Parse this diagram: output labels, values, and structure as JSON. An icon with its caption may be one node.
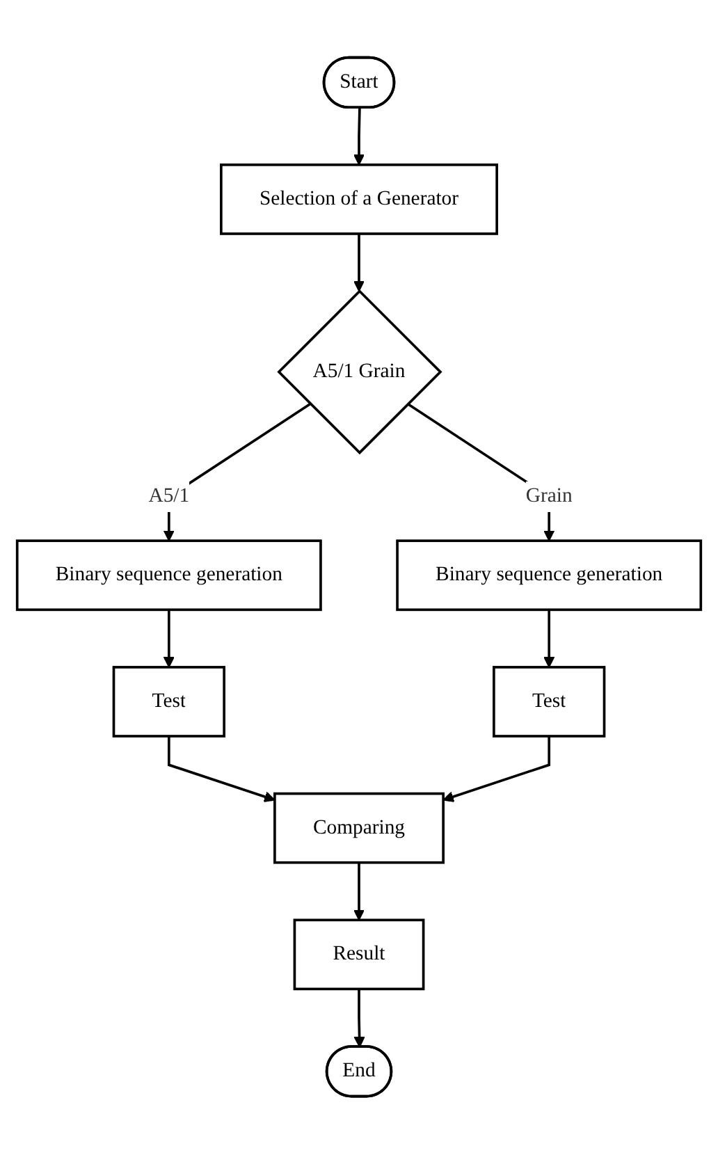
{
  "diagram": {
    "nodes": [
      {
        "text": [
          "Start"
        ]
      },
      {
        "text": [
          "Selection of a Generator"
        ]
      },
      {
        "text": [
          "A5/1 Grain"
        ]
      },
      {
        "text": [
          "Binary sequence generation"
        ]
      },
      {
        "text": [
          "Binary sequence generation"
        ]
      },
      {
        "text": [
          "Test"
        ]
      },
      {
        "text": [
          "Test"
        ]
      },
      {
        "text": [
          "Comparing"
        ]
      },
      {
        "text": [
          "Result"
        ]
      },
      {
        "text": [
          "End"
        ]
      }
    ],
    "edges": [
      {
        "from": 0,
        "to": 1,
        "arrow": "to"
      },
      {
        "from": 1,
        "to": 2,
        "arrow": "to"
      },
      {
        "from": 2,
        "to": 3,
        "arrow": "to",
        "label": "A5/1"
      },
      {
        "from": 2,
        "to": 4,
        "arrow": "to",
        "label": "Grain"
      },
      {
        "from": 3,
        "to": 5,
        "arrow": "to"
      },
      {
        "from": 4,
        "to": 6,
        "arrow": "to"
      },
      {
        "from": 5,
        "to": 7,
        "arrow": "to"
      },
      {
        "from": 6,
        "to": 7,
        "arrow": "to"
      },
      {
        "from": 7,
        "to": 8,
        "arrow": "to"
      },
      {
        "from": 8,
        "to": 9,
        "arrow": "to"
      }
    ]
  }
}
